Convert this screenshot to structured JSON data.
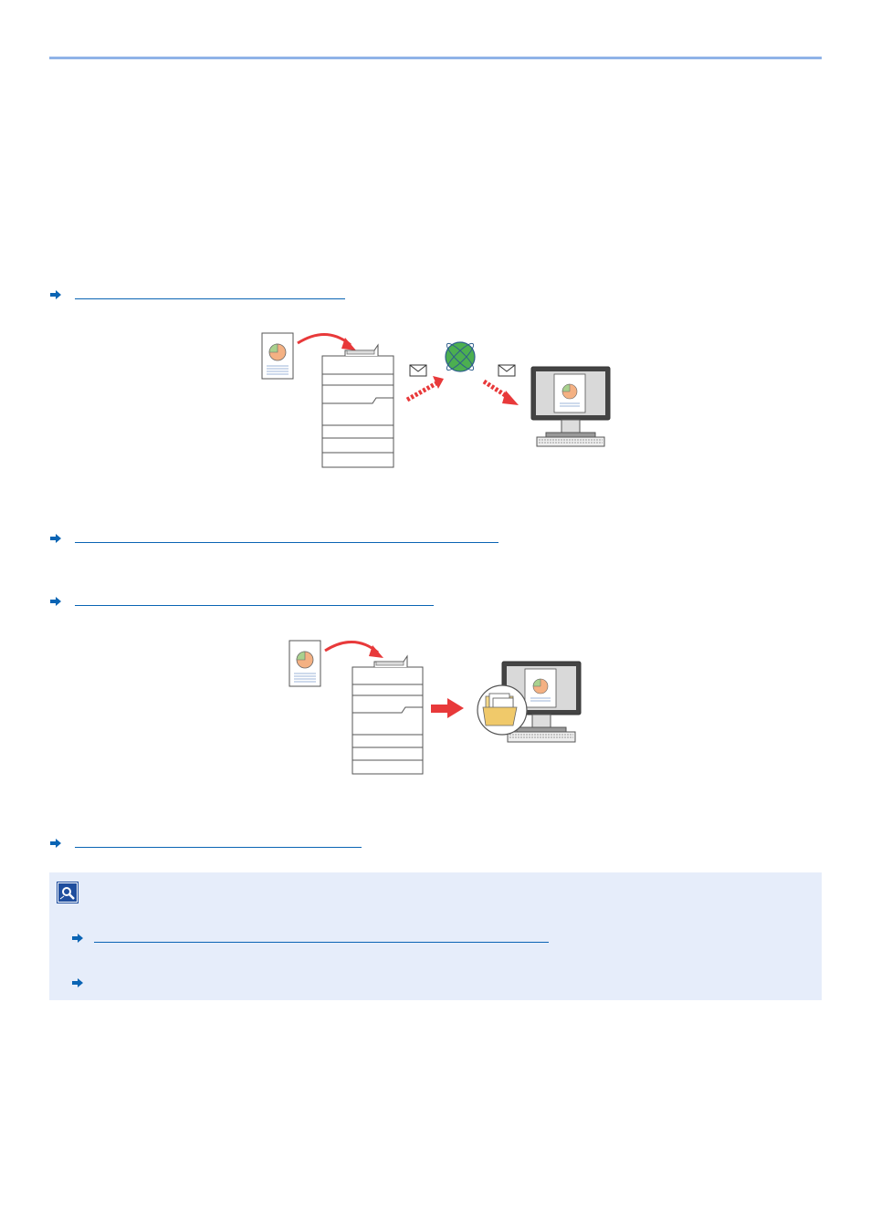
{
  "page": {
    "links": [
      {
        "id": "email",
        "label": ""
      },
      {
        "id": "send-to-me",
        "label": ""
      },
      {
        "id": "folder",
        "label": ""
      },
      {
        "id": "ftp",
        "label": ""
      }
    ]
  },
  "note": {
    "icon": "note-icon",
    "links": [
      {
        "id": "note-link-1",
        "label": ""
      },
      {
        "id": "note-link-2",
        "label": ""
      }
    ]
  },
  "colors": {
    "link_blue": "#0a64b4",
    "rule_blue": "#8fb3e8",
    "note_bg": "#e6edfa",
    "red_arrow": "#e8393a",
    "globe_green": "#4caf50",
    "folder_yellow": "#f5d98a"
  }
}
